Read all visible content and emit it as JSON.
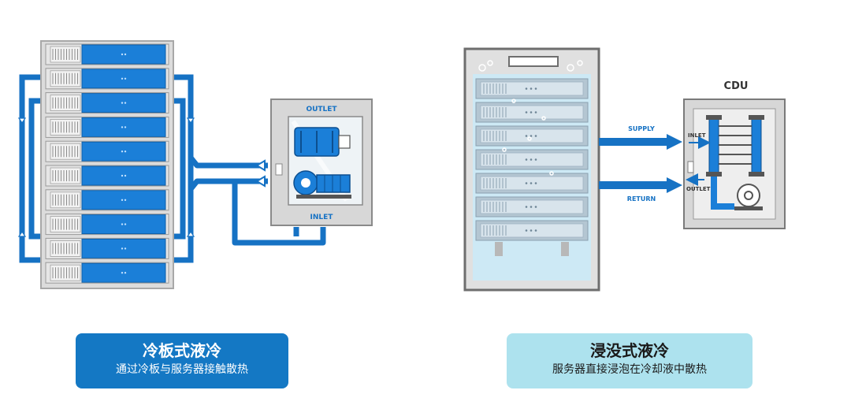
{
  "cold_plate": {
    "outlet_label": "OUTLET",
    "inlet_label": "INLET",
    "caption": {
      "title": "冷板式液冷",
      "subtitle": "通过冷板与服务器接触散热"
    }
  },
  "immersion": {
    "supply_label": "SUPPLY",
    "return_label": "RETURN",
    "cdu_label": "CDU",
    "cdu_inlet_label": "INLET",
    "cdu_outlet_label": "OUTLET",
    "caption": {
      "title": "浸没式液冷",
      "subtitle": "服务器直接浸泡在冷却液中散热"
    }
  },
  "colors": {
    "pipe_blue": "#1672c4",
    "server_blue": "#1b7fd8",
    "rack_gray": "#d9d9d9",
    "frame_gray": "#6e6e6e",
    "coolant_light": "#cde9f5",
    "caption_left_bg": "#1478c4",
    "caption_right_bg": "#ade2ee"
  },
  "icons": [
    "arrow-right-icon",
    "arrow-left-icon",
    "pump-icon",
    "heat-exchanger-icon",
    "bubble-icon"
  ]
}
